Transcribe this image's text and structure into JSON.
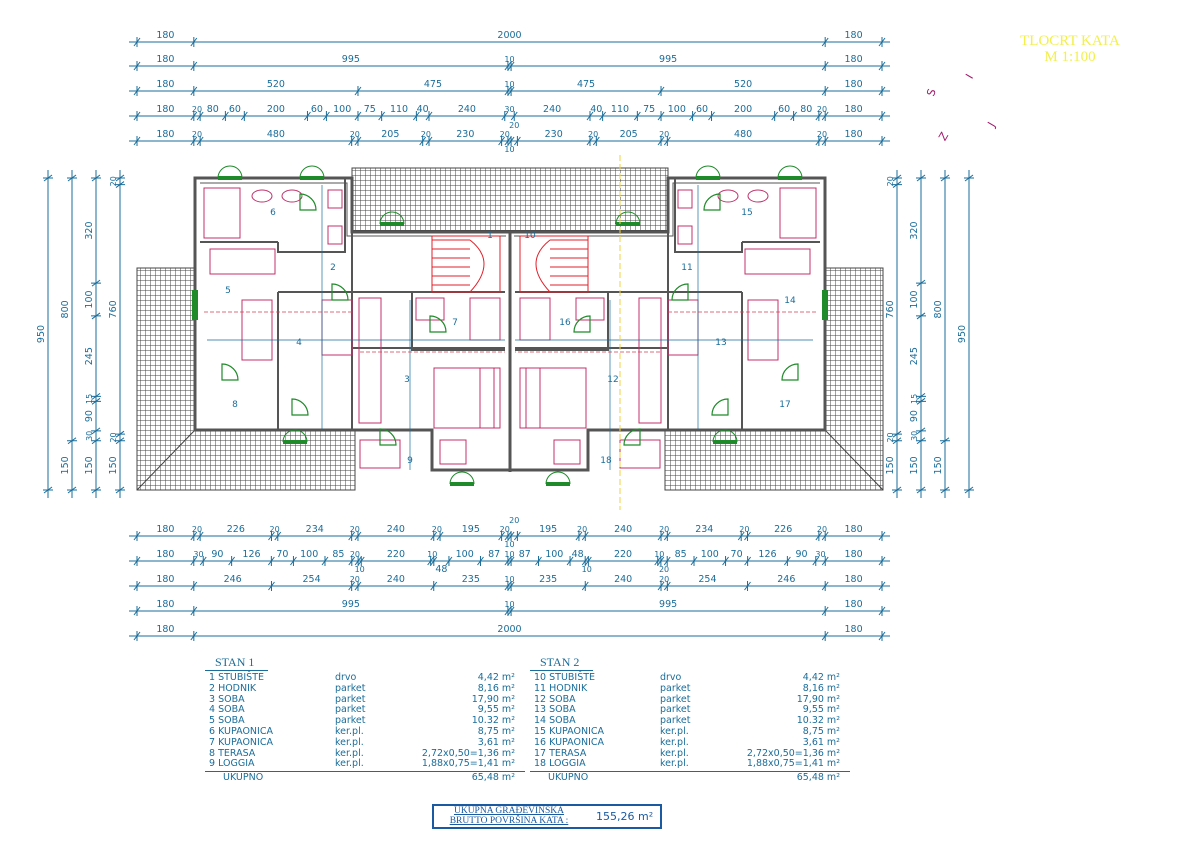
{
  "title": {
    "line1": "TLOCRT KATA",
    "line2": "M 1:100"
  },
  "compass": [
    "S",
    "I",
    "J",
    "Z"
  ],
  "dimensions": {
    "top_rows": [
      [
        180,
        2000,
        180
      ],
      [
        180,
        995,
        10,
        995,
        180
      ],
      [
        180,
        520,
        475,
        10,
        475,
        520,
        180
      ],
      [
        180,
        20,
        80,
        60,
        200,
        60,
        100,
        75,
        110,
        40,
        240,
        30,
        240,
        40,
        110,
        75,
        100,
        60,
        200,
        60,
        80,
        20,
        180
      ],
      [
        180,
        20,
        480,
        20,
        205,
        20,
        230,
        20,
        10,
        20,
        230,
        20,
        205,
        20,
        480,
        20,
        180
      ]
    ],
    "bottom_rows": [
      [
        180,
        20,
        226,
        20,
        234,
        20,
        240,
        20,
        195,
        20,
        10,
        20,
        195,
        20,
        240,
        20,
        234,
        20,
        226,
        20,
        180
      ],
      [
        180,
        30,
        90,
        126,
        70,
        100,
        85,
        20,
        10,
        220,
        10,
        48,
        100,
        87,
        10,
        87,
        100,
        48,
        10,
        220,
        10,
        20,
        85,
        100,
        70,
        126,
        90,
        30,
        180
      ],
      [
        180,
        246,
        254,
        20,
        240,
        235,
        10,
        235,
        240,
        20,
        254,
        246,
        180
      ],
      [
        180,
        995,
        10,
        995,
        180
      ],
      [
        180,
        2000,
        180
      ]
    ],
    "left_cols": [
      [
        950
      ],
      [
        800,
        150
      ],
      [
        320,
        100,
        245,
        15,
        90,
        30,
        150
      ],
      [
        20,
        760,
        20,
        150
      ]
    ],
    "right_cols": [
      [
        20,
        760,
        20,
        150
      ],
      [
        320,
        100,
        245,
        15,
        90,
        30,
        150
      ],
      [
        800,
        150
      ],
      [
        950
      ]
    ]
  },
  "rooms": [
    "1",
    "2",
    "3",
    "4",
    "5",
    "6",
    "7",
    "8",
    "9",
    "10",
    "11",
    "12",
    "13",
    "14",
    "15",
    "16",
    "17",
    "18"
  ],
  "stan1": {
    "title": "STAN 1",
    "rows": [
      {
        "name": "1  STUBIŠTE",
        "material": "drvo",
        "area": "4,42  m²"
      },
      {
        "name": "2  HODNIK",
        "material": "parket",
        "area": "8,16  m²"
      },
      {
        "name": "3  SOBA",
        "material": "parket",
        "area": "17,90  m²"
      },
      {
        "name": "4  SOBA",
        "material": "parket",
        "area": "9,55  m²"
      },
      {
        "name": "5  SOBA",
        "material": "parket",
        "area": "10.32  m²"
      },
      {
        "name": "6  KUPAONICA",
        "material": "ker.pl.",
        "area": "8,75  m²"
      },
      {
        "name": "7  KUPAONICA",
        "material": "ker.pl.",
        "area": "3,61  m²"
      },
      {
        "name": "8  TERASA",
        "material": "ker.pl.",
        "area": "2,72x0,50=1,36  m²"
      },
      {
        "name": "9  LOGGIA",
        "material": "ker.pl.",
        "area": "1,88x0,75=1,41  m²"
      }
    ],
    "total_label": "UKUPNO",
    "total": "65,48  m²"
  },
  "stan2": {
    "title": "STAN 2",
    "rows": [
      {
        "name": "10 STUBIŠTE",
        "material": "drvo",
        "area": "4,42  m²"
      },
      {
        "name": "11 HODNIK",
        "material": "parket",
        "area": "8,16  m²"
      },
      {
        "name": "12 SOBA",
        "material": "parket",
        "area": "17,90  m²"
      },
      {
        "name": "13 SOBA",
        "material": "parket",
        "area": "9,55  m²"
      },
      {
        "name": "14 SOBA",
        "material": "parket",
        "area": "10.32  m²"
      },
      {
        "name": "15 KUPAONICA",
        "material": "ker.pl.",
        "area": "8,75  m²"
      },
      {
        "name": "16 KUPAONICA",
        "material": "ker.pl.",
        "area": "3,61  m²"
      },
      {
        "name": "17 TERASA",
        "material": "ker.pl.",
        "area": "2,72x0,50=1,36  m²"
      },
      {
        "name": "18 LOGGIA",
        "material": "ker.pl.",
        "area": "1,88x0,75=1,41  m²"
      }
    ],
    "total_label": "UKUPNO",
    "total": "65,48  m²"
  },
  "summary": {
    "label1": "UKUPNA GRAĐEVINSKA",
    "label2": "BRUTTO POVRŠINA KATA :",
    "value": "155,26  m²"
  },
  "colors": {
    "dim": "#1a6d9a",
    "wall": "#555555",
    "furniture": "#c0306a",
    "door": "#1f8a2a",
    "stairs": "#e0202a",
    "title": "#f2f04a"
  }
}
